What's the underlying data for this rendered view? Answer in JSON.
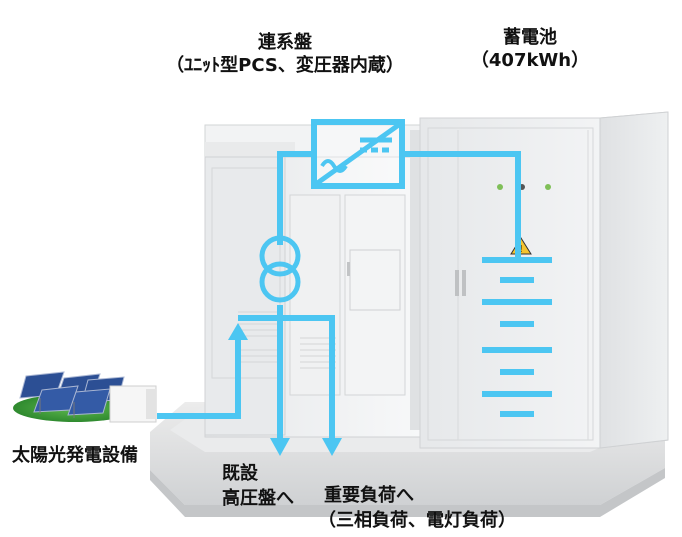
{
  "labels": {
    "pcs_title": "連系盤",
    "pcs_subtitle": "（ﾕﾆｯﾄ型PCS、変圧器内蔵）",
    "battery_title": "蓄電池",
    "battery_subtitle": "（407kWh）",
    "solar": "太陽光発電設備",
    "existing_line1": "既設",
    "existing_line2": "高圧盤へ",
    "load_line1": "重要負荷へ",
    "load_line2": "（三相負荷、電灯負荷）"
  },
  "colors": {
    "flow_line": "#4cc6f2",
    "cabinet": "#eeeff0",
    "cabinet_shade": "#d9dbdd",
    "base": "#e2e3e4",
    "panel": "#2c4f94",
    "grass": "#3f9d3a",
    "warning": "#f4c430"
  },
  "icons": {
    "pcs": "inverter-icon",
    "transformer": "transformer-icon",
    "battery": "battery-icon",
    "warning": "warning-icon"
  }
}
